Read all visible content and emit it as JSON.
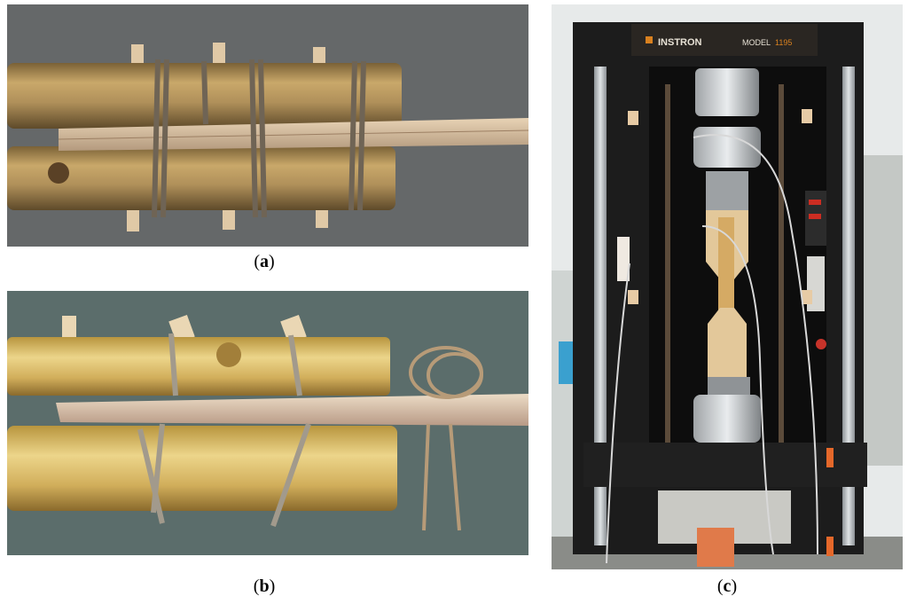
{
  "figure": {
    "panels": [
      {
        "id": "a",
        "caption_open": "(",
        "caption_letter": "a",
        "caption_close": ")"
      },
      {
        "id": "b",
        "caption_open": "(",
        "caption_letter": "b",
        "caption_close": ")"
      },
      {
        "id": "c",
        "caption_open": "(",
        "caption_letter": "c",
        "caption_close": ")"
      }
    ],
    "machine": {
      "brand": "INSTRON",
      "model_label": "MODEL",
      "model_number": "1195"
    }
  }
}
